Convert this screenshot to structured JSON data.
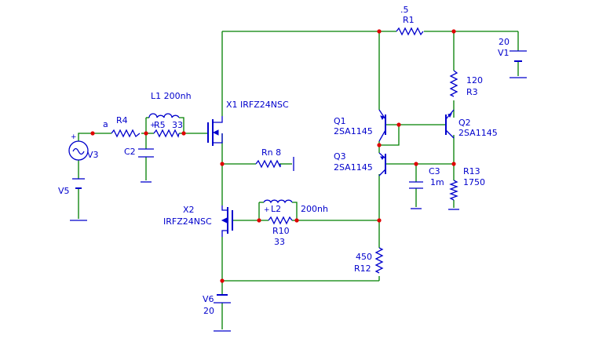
{
  "colors": {
    "wire": "#008000",
    "component": "#0000cc",
    "node": "#e00000",
    "background": "#ffffff"
  },
  "labels": {
    "r1_val": ".5",
    "r1_name": "R1",
    "v1_val": "20",
    "v1_name": "V1",
    "r3_val": "120",
    "r3_name": "R3",
    "l1": "L1 200nh",
    "r4_name": "R4",
    "r5_name": "R5",
    "r5_val": "33",
    "x1": "X1 IRFZ24NSC",
    "c2_name": "C2",
    "v3_name": "V3",
    "v5_name": "V5",
    "node_a": "a",
    "rn": "Rn 8",
    "q1_name": "Q1",
    "q1_part": "2SA1145",
    "q2_name": "Q2",
    "q2_part": "2SA1145",
    "q3_name": "Q3",
    "q3_part": "2SA1145",
    "c3_name": "C3",
    "c3_val": "1m",
    "r13_name": "R13",
    "r13_val": "1750",
    "x2_name": "X2",
    "x2_part": "IRFZ24NSC",
    "l2_name": "L2",
    "l2_val": "200nh",
    "r10_name": "R10",
    "r10_val": "33",
    "r12_val": "450",
    "r12_name": "R12",
    "v6_name": "V6",
    "v6_val": "20"
  }
}
